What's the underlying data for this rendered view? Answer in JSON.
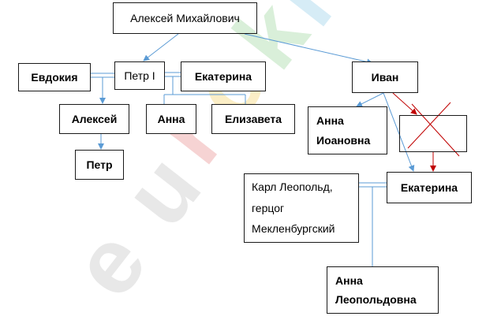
{
  "diagram": {
    "nodes": {
      "aleksey_mikhailovich": "Алексей Михайлович",
      "evdokia": "Евдокия",
      "petr_i": "Петр I",
      "ekaterina_1": "Екатерина",
      "ivan": "Иван",
      "aleksey": "Алексей",
      "anna": "Анна",
      "elizaveta": "Елизавета",
      "anna_ioanovna": [
        "Анна",
        "Иоановна"
      ],
      "petr": "Петр",
      "karl": [
        "Карл Леопольд,",
        "герцог",
        "Мекленбургский"
      ],
      "ekaterina_2": "Екатерина",
      "anna_leopoldovna": [
        "Анна",
        "Леопольдовна"
      ]
    },
    "watermark": "euroki",
    "colors": {
      "box_border": "#1a1a1a",
      "line_blue": "#5b9bd5",
      "line_red": "#c00000",
      "watermark_grey": "#e8e8e8",
      "watermark_red": "#f6d3d3",
      "watermark_yellow": "#fbeec6",
      "watermark_green": "#d9efd9",
      "watermark_blue": "#d6ecf6"
    }
  }
}
